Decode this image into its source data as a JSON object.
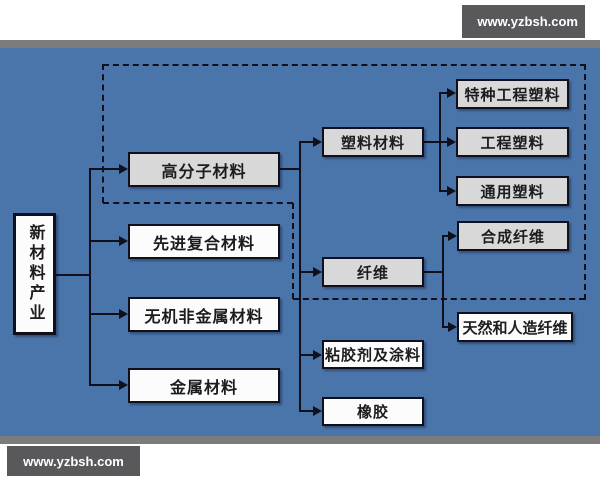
{
  "watermark": {
    "text": "www.yzbsh.com"
  },
  "colors": {
    "background_blue": "#4a75aa",
    "frame_bar_gray": "#7c7c7c",
    "watermark_bg": "#59595b",
    "node_fill_gray": "#d8d8d8",
    "node_fill_white": "#fcfcfc",
    "line_color": "#10101c"
  },
  "diagram": {
    "nodes": {
      "root": "新材料产业",
      "polymer": "高分子材料",
      "composite": "先进复合材料",
      "inorganic": "无机非金属材料",
      "metal": "金属材料",
      "plastic": "塑料材料",
      "fiber": "纤维",
      "adhesive": "粘胶剂及涂料",
      "rubber": "橡胶",
      "special_eng_plastic": "特种工程塑料",
      "eng_plastic": "工程塑料",
      "general_plastic": "通用塑料",
      "synthetic_fiber": "合成纤维",
      "natural_fiber": "天然和人造纤维"
    },
    "edges": [
      {
        "from": "root",
        "to": "polymer"
      },
      {
        "from": "root",
        "to": "composite"
      },
      {
        "from": "root",
        "to": "inorganic"
      },
      {
        "from": "root",
        "to": "metal"
      },
      {
        "from": "polymer",
        "to": "plastic"
      },
      {
        "from": "polymer",
        "to": "fiber"
      },
      {
        "from": "polymer",
        "to": "adhesive"
      },
      {
        "from": "polymer",
        "to": "rubber"
      },
      {
        "from": "plastic",
        "to": "special_eng_plastic"
      },
      {
        "from": "plastic",
        "to": "eng_plastic"
      },
      {
        "from": "plastic",
        "to": "general_plastic"
      },
      {
        "from": "fiber",
        "to": "synthetic_fiber"
      },
      {
        "from": "fiber",
        "to": "natural_fiber"
      }
    ]
  }
}
